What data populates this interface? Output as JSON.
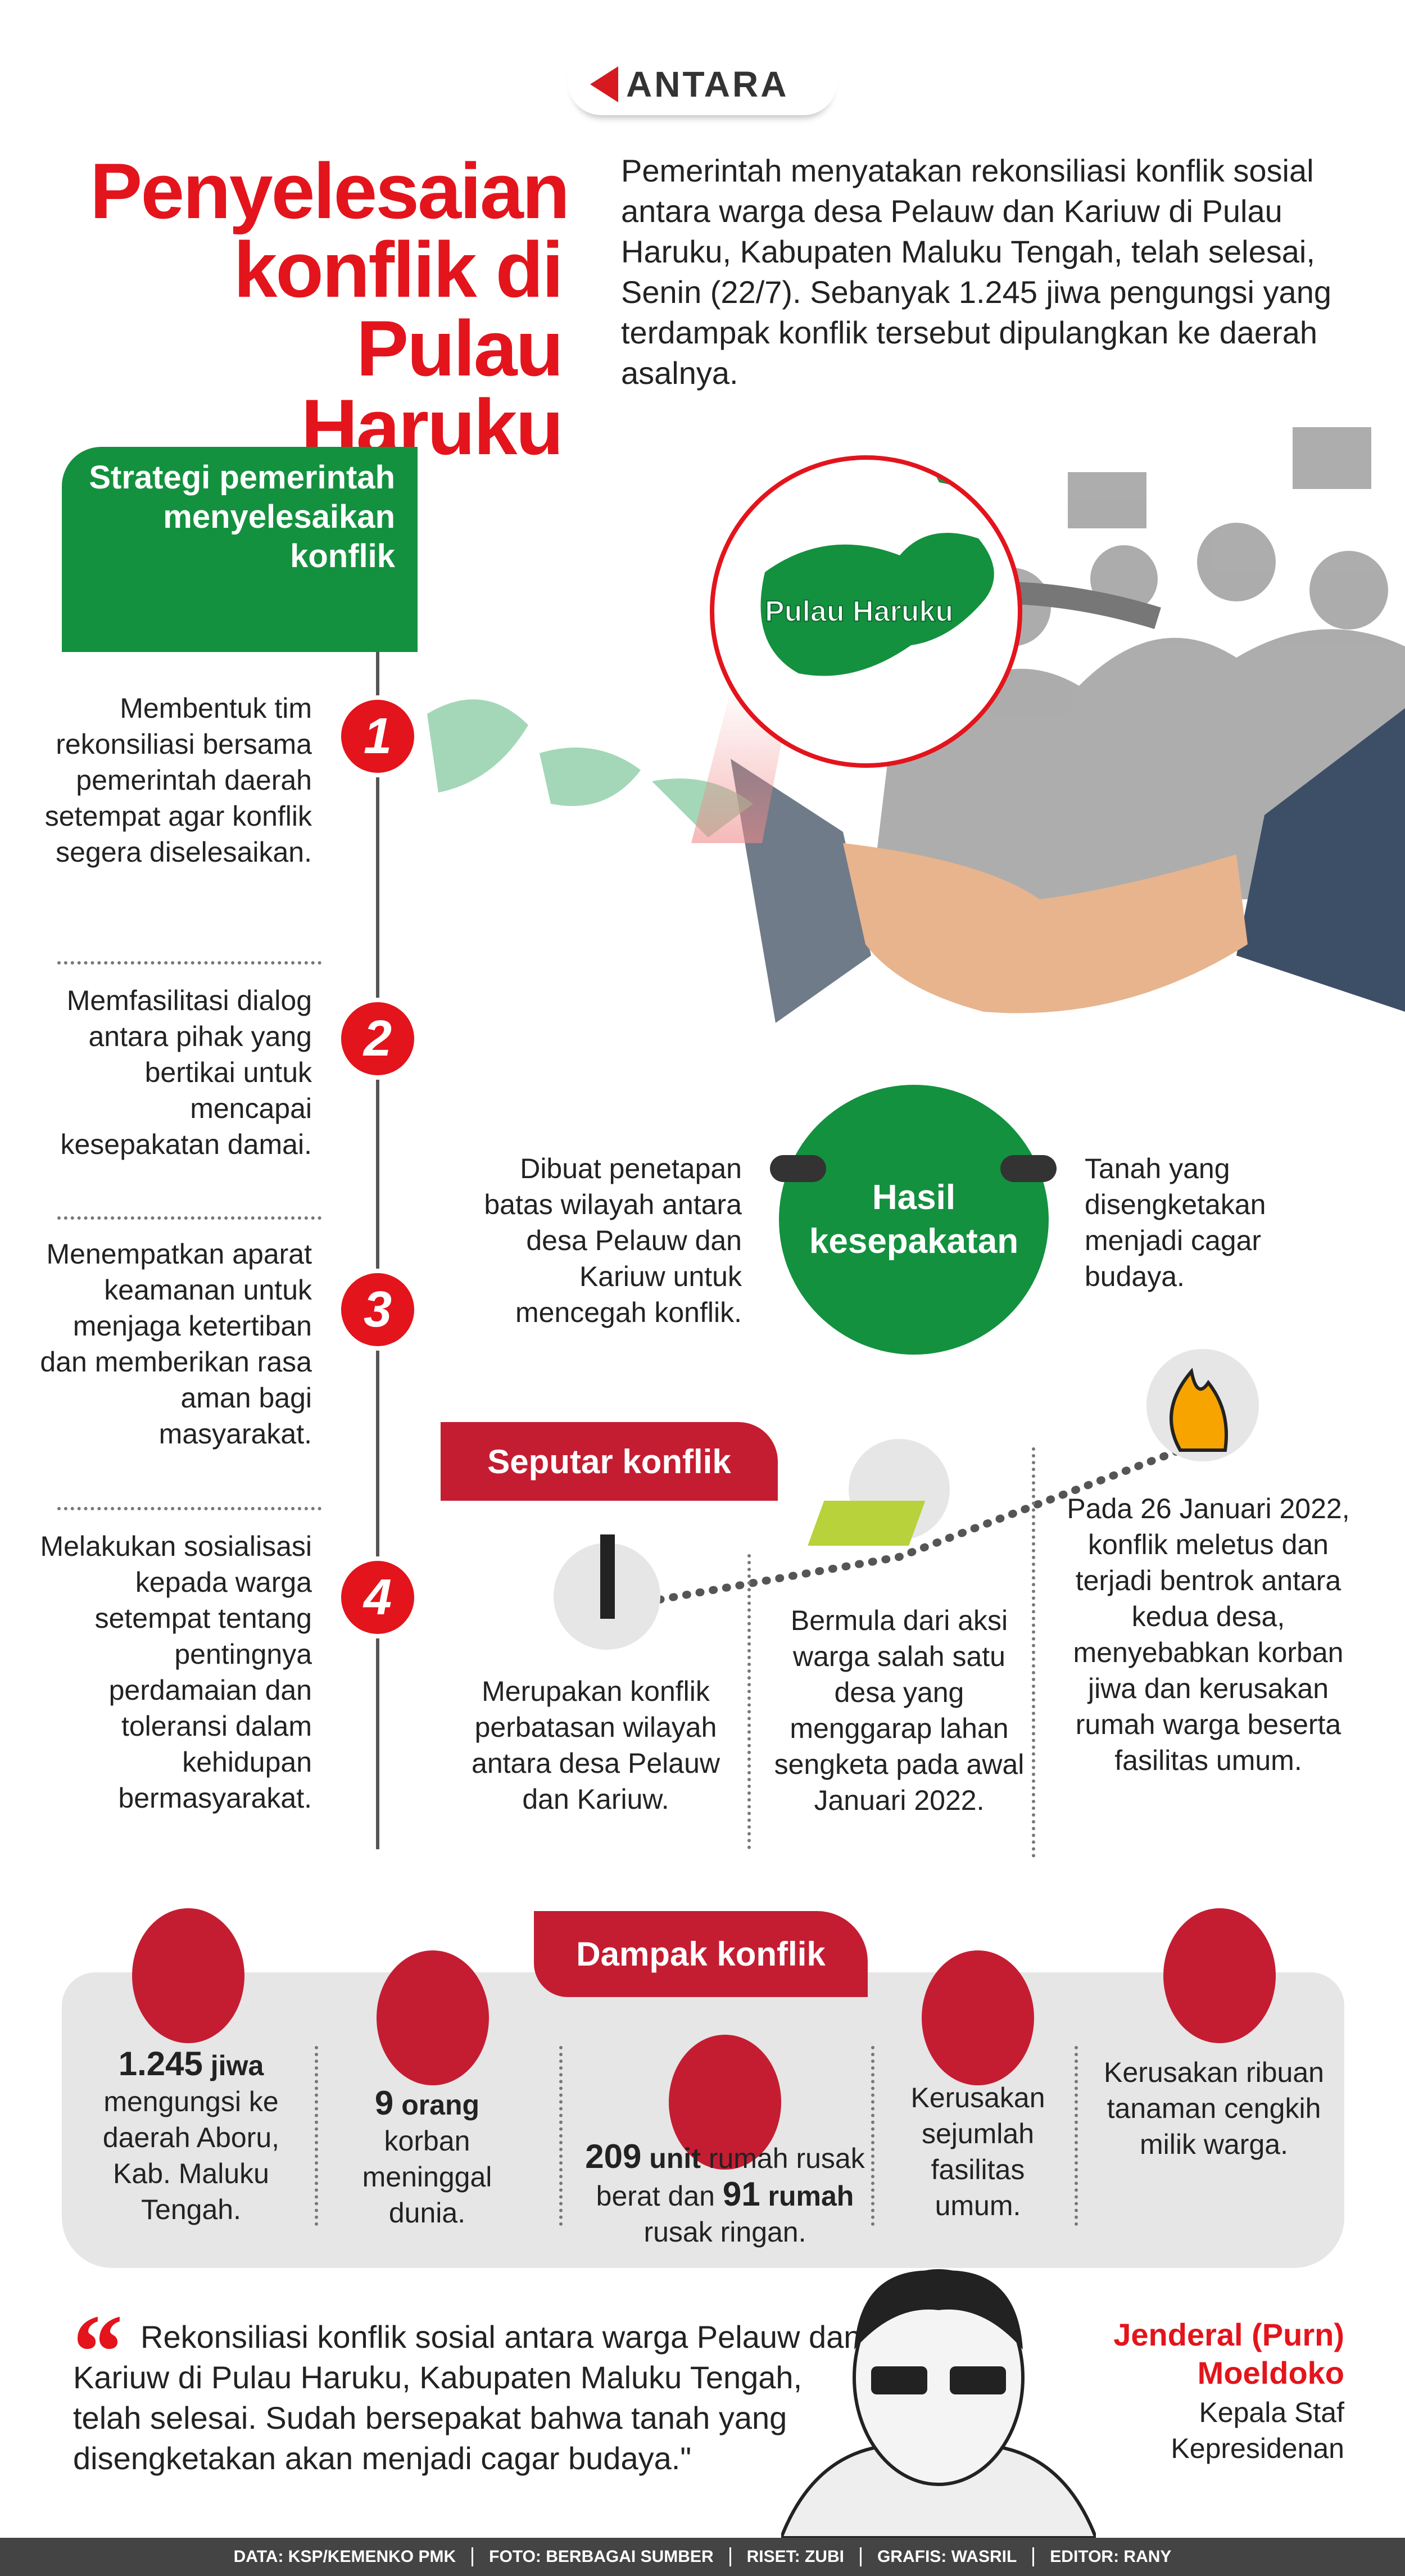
{
  "brand": {
    "logo": "ANTARA",
    "accent": "#e3141c",
    "green": "#13913f",
    "dark_red": "#c41d32"
  },
  "header": {
    "title": "Penyelesaian konflik di Pulau Haruku",
    "intro": "Pemerintah menyatakan rekonsiliasi konflik sosial antara warga desa Pelauw dan Kariuw di Pulau Haruku, Kabupaten Maluku Tengah, telah selesai, Senin (22/7). Sebanyak 1.245 jiwa pengungsi yang terdampak konflik tersebut dipulangkan ke daerah asalnya."
  },
  "map": {
    "label": "Pulau Haruku"
  },
  "strategy": {
    "title": "Strategi pemerintah menyelesaikan konflik",
    "items": [
      {
        "num": "1",
        "text": "Membentuk tim rekonsiliasi bersama pemerintah daerah setempat agar konflik segera diselesaikan."
      },
      {
        "num": "2",
        "text": "Memfasilitasi dialog antara pihak yang bertikai untuk mencapai kesepakatan damai."
      },
      {
        "num": "3",
        "text": "Menempatkan aparat keamanan untuk menjaga ketertiban dan memberikan rasa aman bagi masyarakat."
      },
      {
        "num": "4",
        "text": "Melakukan sosialisasi kepada warga setempat tentang pentingnya perdamaian dan toleransi dalam kehidupan bermasyarakat."
      }
    ]
  },
  "agreement": {
    "title_1": "Hasil",
    "title_2": "kesepakatan",
    "left": "Dibuat penetapan batas wilayah antara desa Pelauw dan Kariuw untuk mencegah konflik.",
    "right": "Tanah yang disengketakan menjadi cagar budaya."
  },
  "about": {
    "title": "Seputar konflik",
    "items": [
      "Merupakan konflik perbatasan wilayah antara desa Pelauw dan Kariuw.",
      "Bermula dari aksi warga salah satu desa yang menggarap lahan sengketa pada awal Januari 2022.",
      "Pada 26 Januari 2022, konflik meletus dan terjadi bentrok antara kedua desa, menyebabkan korban jiwa dan kerusakan rumah warga beserta fasilitas umum."
    ]
  },
  "impact": {
    "title": "Dampak konflik",
    "items": [
      {
        "bold": "1.245",
        "unit": "jiwa",
        "text": "mengungsi ke daerah Aboru, Kab. Maluku Tengah."
      },
      {
        "bold": "9",
        "unit": "orang",
        "text": "korban meninggal dunia."
      },
      {
        "bold": "209",
        "unit": "unit",
        "text": "rumah rusak berat dan",
        "bold2": "91",
        "unit2": "rumah",
        "text2": "rusak ringan."
      },
      {
        "text": "Kerusakan sejumlah fasilitas umum."
      },
      {
        "text": "Kerusakan ribuan tanaman cengkih milik warga."
      }
    ]
  },
  "quote": {
    "text": "Rekonsiliasi konflik sosial antara warga Pelauw dan Kariuw di Pulau Haruku, Kabupaten Maluku Tengah, telah selesai. Sudah bersepakat bahwa tanah yang disengketakan akan menjadi cagar budaya.\"",
    "name": "Jenderal (Purn) Moeldoko",
    "role": "Kepala Staf Kepresidenan"
  },
  "footer": [
    "DATA: KSP/KEMENKO PMK",
    "FOTO: BERBAGAI SUMBER",
    "RISET: ZUBI",
    "GRAFIS: WASRIL",
    "EDITOR: RANY"
  ]
}
